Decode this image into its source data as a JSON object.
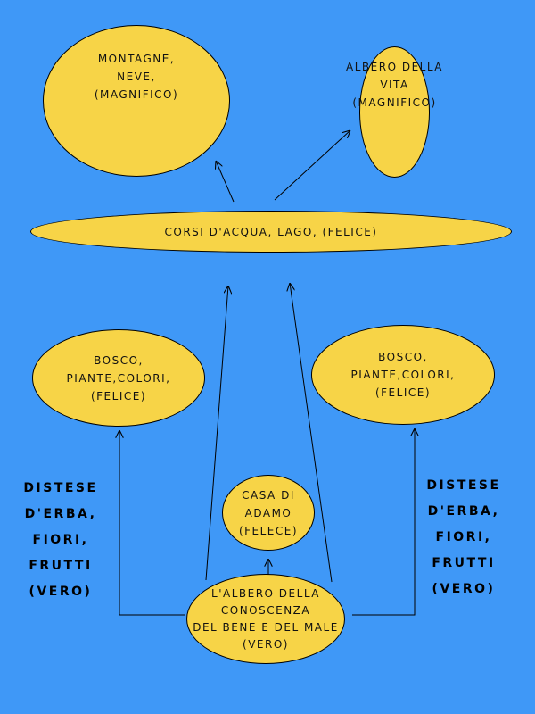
{
  "colors": {
    "background": "#3f98f7",
    "node_fill": "#f7d447",
    "line": "#000000"
  },
  "nodes": {
    "montagne": {
      "lines": [
        "MONTAGNE,",
        "NEVE,",
        "(MAGNIFICO)"
      ]
    },
    "albero_vita": {
      "lines": [
        "ALBERO DELLA",
        "VITA",
        "(MAGNIFICO)"
      ]
    },
    "corsi_acqua": {
      "lines": [
        "CORSI D'ACQUA, LAGO, (FELICE)"
      ]
    },
    "bosco_left": {
      "lines": [
        "BOSCO,",
        "PIANTE,COLORI,",
        "(FELICE)"
      ]
    },
    "bosco_right": {
      "lines": [
        "BOSCO,",
        "PIANTE,COLORI,",
        "(FELICE)"
      ]
    },
    "casa_adamo": {
      "lines": [
        "CASA DI",
        "ADAMO",
        "(FELECE)"
      ]
    },
    "albero_conoscenza": {
      "lines": [
        "L'ALBERO DELLA",
        "CONOSCENZA",
        "DEL BENE E DEL MALE",
        "(VERO)"
      ]
    }
  },
  "labels": {
    "distese_left": {
      "lines": [
        "DISTESE",
        "D'ERBA,",
        "FIORI,",
        "FRUTTI",
        "(VERO)"
      ]
    },
    "distese_right": {
      "lines": [
        "DISTESE",
        "D'ERBA,",
        "FIORI,",
        "FRUTTI",
        "(VERO)"
      ]
    }
  }
}
